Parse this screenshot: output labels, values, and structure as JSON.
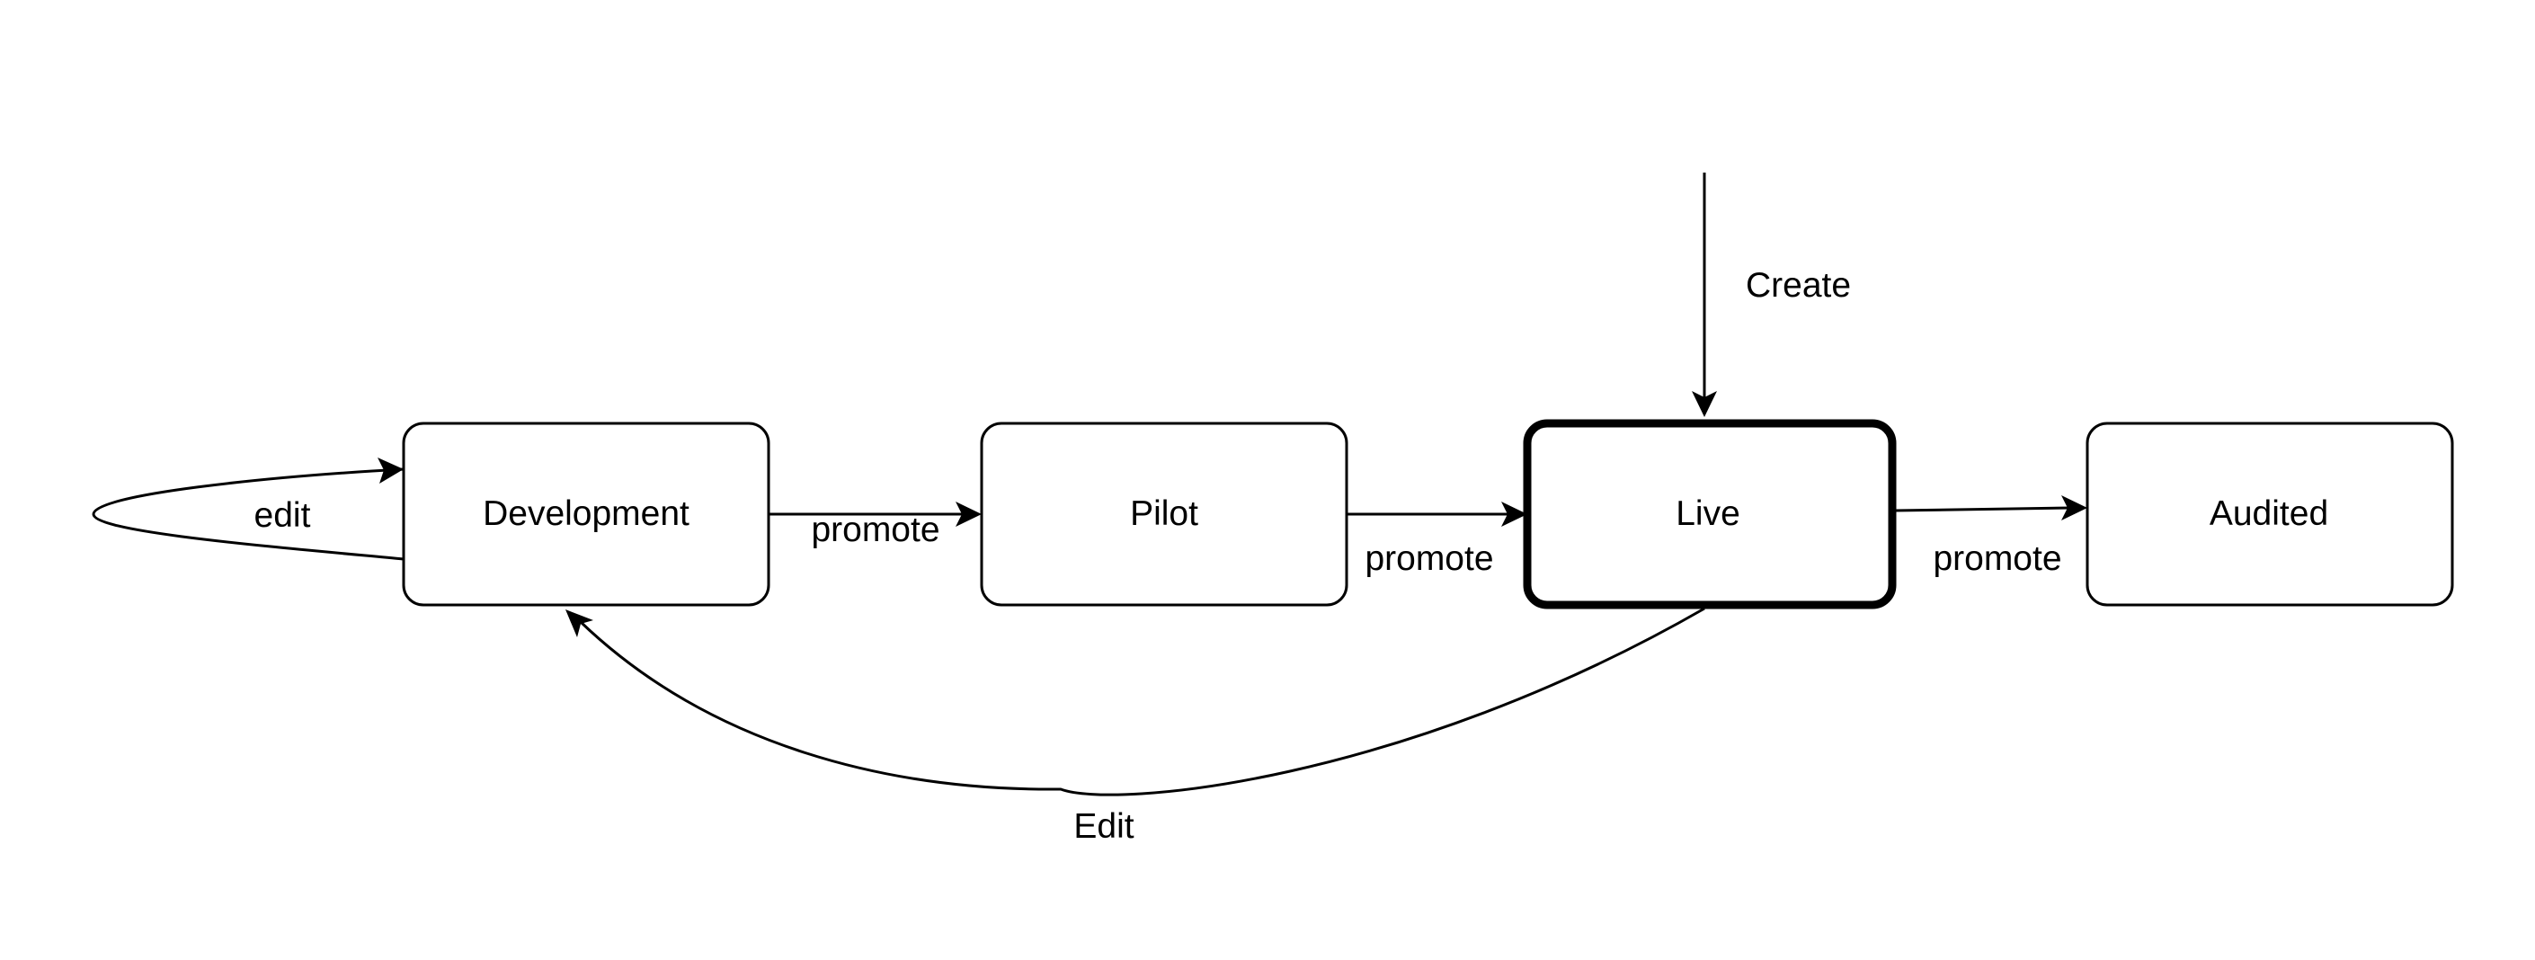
{
  "diagram": {
    "states": {
      "development": "Development",
      "pilot": "Pilot",
      "live": "Live",
      "audited": "Audited"
    },
    "transitions": {
      "edit_self": "edit",
      "promote_dev_pilot": "promote",
      "promote_pilot_live": "promote",
      "promote_live_audited": "promote",
      "create": "Create",
      "edit_live_dev": "Edit"
    },
    "highlighted_state": "Live",
    "colors": {
      "stroke": "#000000",
      "background": "#ffffff"
    }
  }
}
